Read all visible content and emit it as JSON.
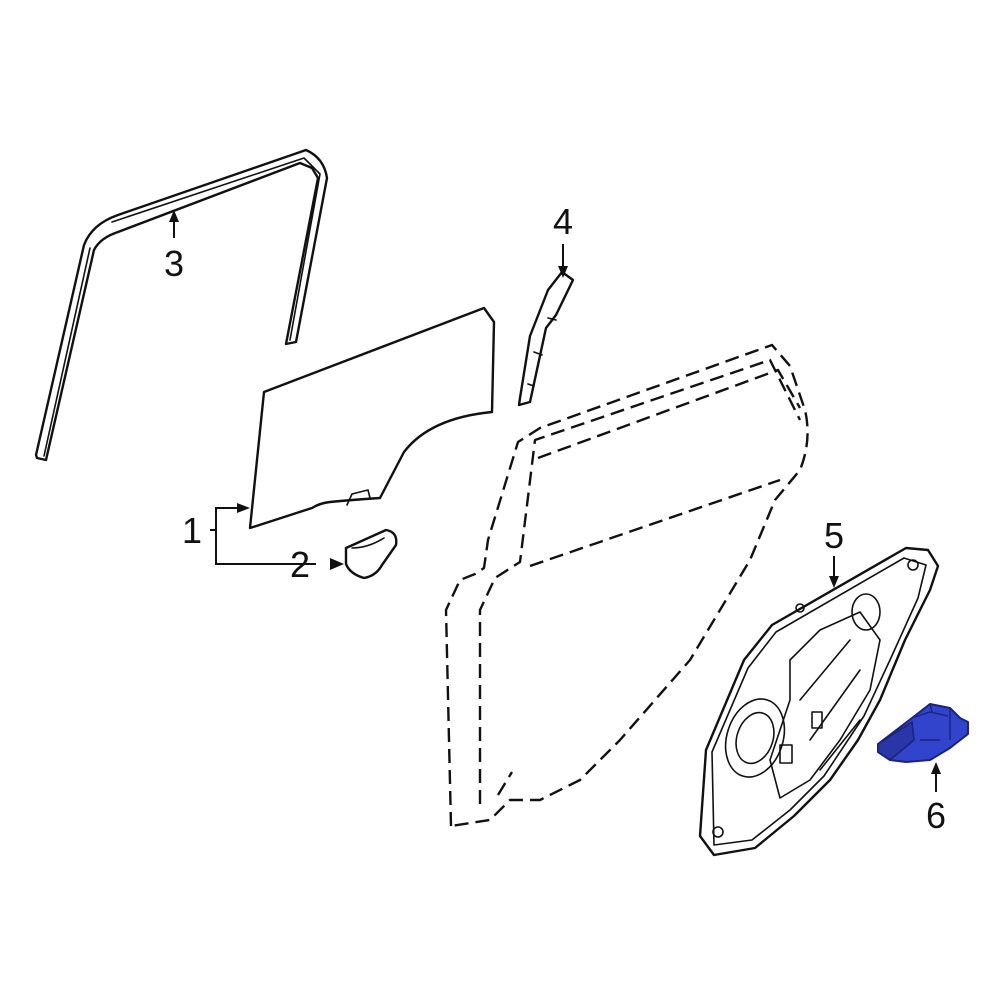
{
  "diagram": {
    "callouts": [
      {
        "id": "1",
        "label": "1"
      },
      {
        "id": "2",
        "label": "2"
      },
      {
        "id": "3",
        "label": "3"
      },
      {
        "id": "4",
        "label": "4"
      },
      {
        "id": "5",
        "label": "5"
      },
      {
        "id": "6",
        "label": "6"
      }
    ],
    "parts": [
      {
        "callout": "1",
        "icon": "door-glass-icon"
      },
      {
        "callout": "2",
        "icon": "glass-clip-icon"
      },
      {
        "callout": "3",
        "icon": "glass-run-channel-icon"
      },
      {
        "callout": "4",
        "icon": "channel-bracket-icon"
      },
      {
        "callout": "5",
        "icon": "module-panel-icon"
      },
      {
        "callout": "6",
        "icon": "window-motor-icon"
      }
    ],
    "highlight_color": "#3344cc",
    "line_color": "#111111"
  }
}
